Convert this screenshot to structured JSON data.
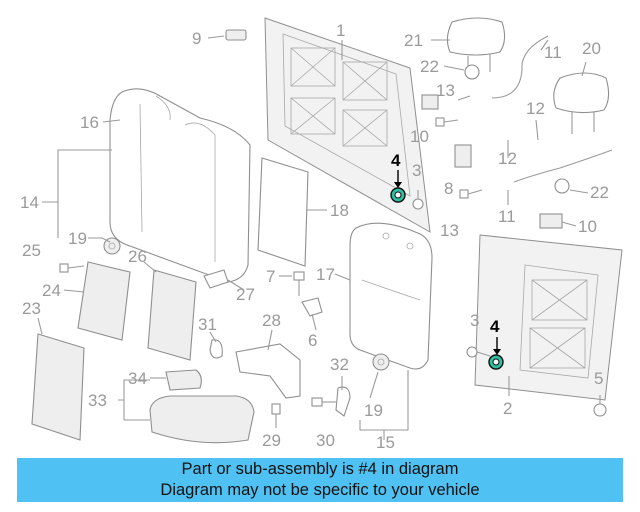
{
  "callouts": {
    "c1": "1",
    "c2": "2",
    "c3a": "3",
    "c3b": "3",
    "c4a": "4",
    "c4b": "4",
    "c5": "5",
    "c6": "6",
    "c7": "7",
    "c8": "8",
    "c9": "9",
    "c10a": "10",
    "c10b": "10",
    "c11a": "11",
    "c11b": "11",
    "c12a": "12",
    "c12b": "12",
    "c13a": "13",
    "c13b": "13",
    "c14": "14",
    "c15": "15",
    "c16": "16",
    "c17": "17",
    "c18": "18",
    "c19a": "19",
    "c19b": "19",
    "c20": "20",
    "c21": "21",
    "c22a": "22",
    "c22b": "22",
    "c23": "23",
    "c24": "24",
    "c25": "25",
    "c26": "26",
    "c27": "27",
    "c28": "28",
    "c29": "29",
    "c30": "30",
    "c31": "31",
    "c32": "32",
    "c33": "33",
    "c34": "34"
  },
  "highlight": {
    "part_number": "4",
    "color": "#2fbf9f"
  },
  "caption": {
    "line1": "Part or sub-assembly is #4 in diagram",
    "line2": "Diagram may not be specific to your vehicle",
    "background": "#4fc1f3"
  }
}
